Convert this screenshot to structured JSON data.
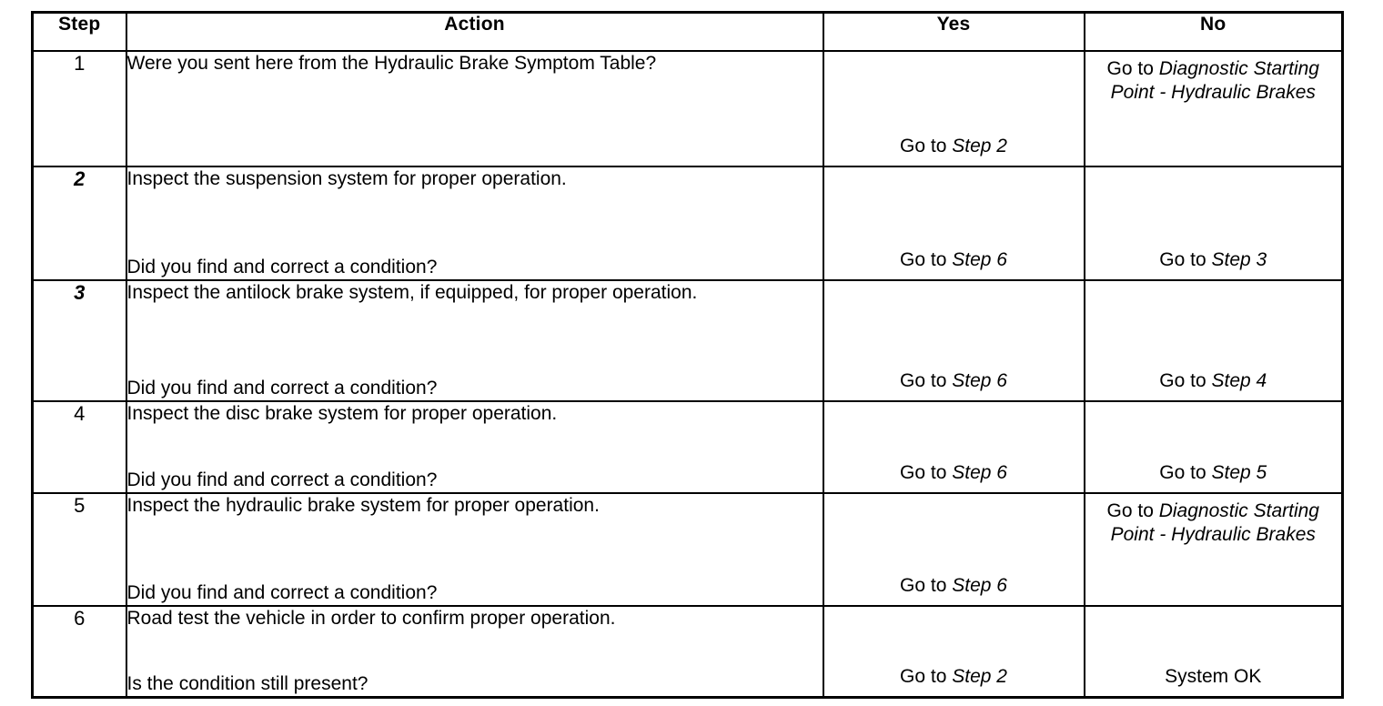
{
  "table": {
    "headers": {
      "step": "Step",
      "action": "Action",
      "yes": "Yes",
      "no": "No"
    },
    "rows": [
      {
        "step": "1",
        "step_italic": false,
        "action_top": "Were you sent here from the Hydraulic Brake Symptom Table?",
        "action_bottom": "",
        "yes_prefix": "Go to ",
        "yes_ref": "Step 2",
        "yes_align": "bottom",
        "no_prefix": "Go to ",
        "no_ref": "Diagnostic Starting Point - Hydraulic Brakes",
        "no_align": "top"
      },
      {
        "step": "2",
        "step_italic": true,
        "action_top": "Inspect the suspension system for proper operation.",
        "action_bottom": "Did you find and correct a condition?",
        "yes_prefix": "Go to ",
        "yes_ref": "Step 6",
        "yes_align": "bottom",
        "no_prefix": "Go to ",
        "no_ref": "Step 3",
        "no_align": "bottom"
      },
      {
        "step": "3",
        "step_italic": true,
        "action_top": "Inspect the antilock brake system, if equipped, for proper operation.",
        "action_bottom": "Did you find and correct a condition?",
        "yes_prefix": "Go to ",
        "yes_ref": "Step 6",
        "yes_align": "bottom",
        "no_prefix": "Go to ",
        "no_ref": "Step 4",
        "no_align": "bottom"
      },
      {
        "step": "4",
        "step_italic": false,
        "action_top": "Inspect the disc brake system for proper operation.",
        "action_bottom": "Did you find and correct a condition?",
        "yes_prefix": "Go to ",
        "yes_ref": "Step 6",
        "yes_align": "bottom",
        "no_prefix": "Go to ",
        "no_ref": "Step 5",
        "no_align": "bottom"
      },
      {
        "step": "5",
        "step_italic": false,
        "action_top": "Inspect the hydraulic brake system for proper operation.",
        "action_bottom": "Did you find and correct a condition?",
        "yes_prefix": "Go to ",
        "yes_ref": "Step 6",
        "yes_align": "bottom",
        "no_prefix": "Go to ",
        "no_ref": "Diagnostic Starting Point - Hydraulic Brakes",
        "no_align": "top"
      },
      {
        "step": "6",
        "step_italic": false,
        "action_top": "Road test the vehicle in order to confirm proper operation.",
        "action_bottom": "Is the condition still present?",
        "yes_prefix": "Go to ",
        "yes_ref": "Step 2",
        "yes_align": "bottom",
        "no_prefix": "",
        "no_ref": "",
        "no_plain": "System OK",
        "no_align": "bottom"
      }
    ]
  },
  "colors": {
    "text": "#000000",
    "background": "#ffffff",
    "border": "#000000"
  }
}
